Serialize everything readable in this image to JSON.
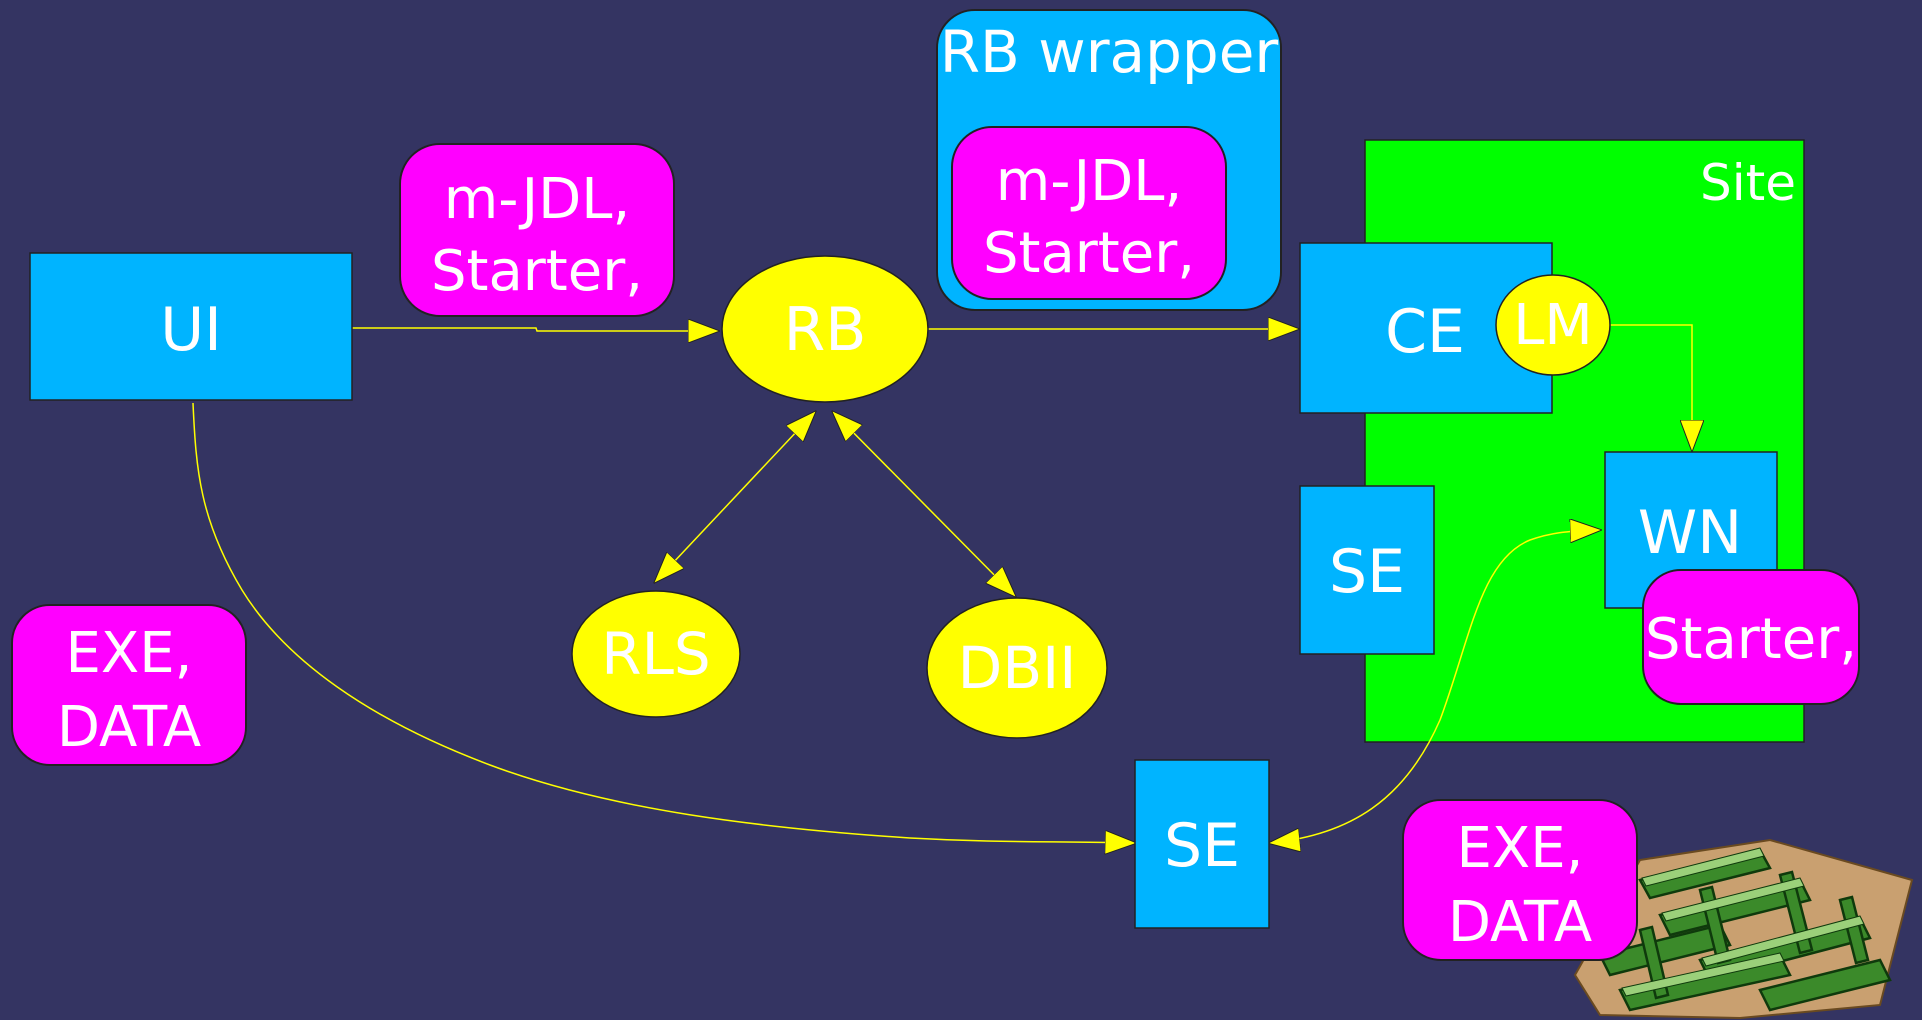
{
  "colors": {
    "background": "#343462",
    "box_blue": "#00b4ff",
    "box_magenta": "#ff00ff",
    "node_yellow": "#ffff00",
    "site_green": "#00ff00",
    "arrow_yellow": "#ffff00",
    "text": "#ffffff",
    "maze_icon_green": "#2f7a22"
  },
  "nodes": {
    "ui": "UI",
    "rb": "RB",
    "rls": "RLS",
    "dbii": "DBII",
    "ce": "CE",
    "lm": "LM",
    "wn": "WN",
    "se_site": "SE",
    "se_main": "SE",
    "site": "Site"
  },
  "rb_wrapper": {
    "title": "RB wrapper",
    "tag_line1": "m-JDL,",
    "tag_line2": "Starter,"
  },
  "tags": {
    "ui_to_rb_line1": "m-JDL,",
    "ui_to_rb_line2": "Starter,",
    "wn_starter": "Starter,",
    "left_exe": "EXE,",
    "left_data": "DATA",
    "bottom_exe": "EXE,",
    "bottom_data": "DATA"
  },
  "icons": {
    "maze": "maze-icon"
  }
}
